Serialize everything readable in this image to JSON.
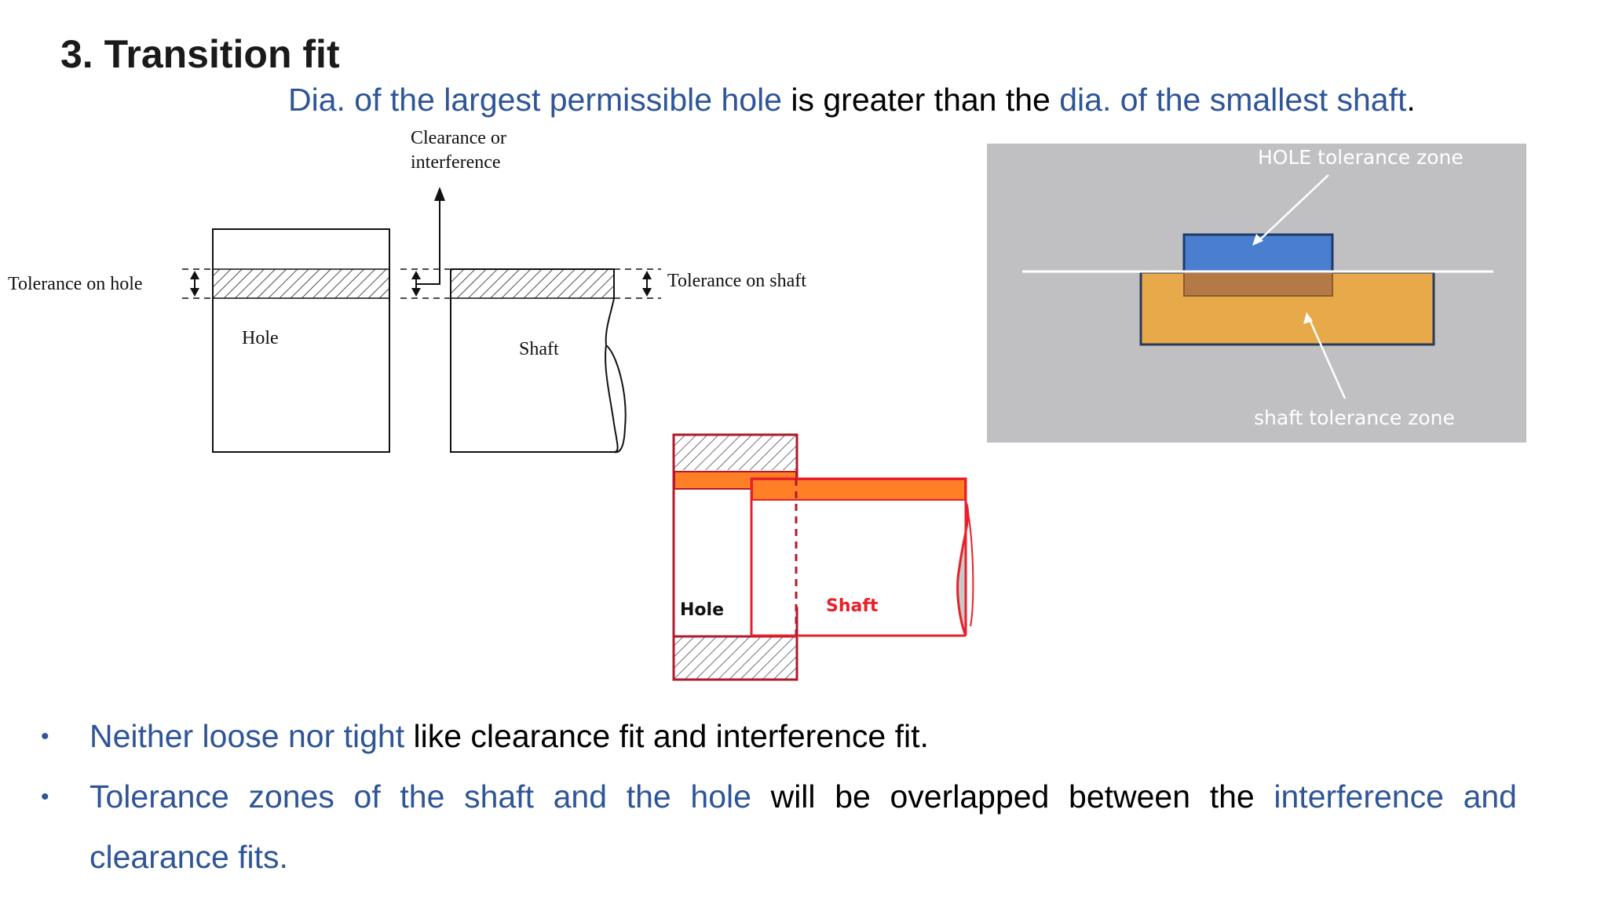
{
  "title": "3. Transition fit",
  "subtitle": {
    "part1": "Dia. of the largest permissible hole",
    "part2": " is greater than the ",
    "part3": "dia. of the smallest shaft",
    "part4": "."
  },
  "diagram1": {
    "clearance_line1": "Clearance or",
    "clearance_line2": "interference",
    "tolerance_hole": "Tolerance on hole",
    "tolerance_shaft": "Tolerance on shaft",
    "hole": "Hole",
    "shaft": "Shaft"
  },
  "diagram2": {
    "hole_label": "HOLE tolerance zone",
    "shaft_label": "shaft tolerance zone",
    "colors": {
      "background": "#c0c0c2",
      "hole_zone": "#4a7fd0",
      "shaft_zone": "#e8a94a"
    }
  },
  "diagram3": {
    "hole": "Hole",
    "shaft": "Shaft",
    "colors": {
      "outline_hole": "#b01a2a",
      "outline_shaft": "#e8202a",
      "band": "#ff7f27"
    }
  },
  "bullets": [
    {
      "blue": "Neither loose nor tight",
      "rest": " like clearance fit and interference fit."
    },
    {
      "blue1": "Tolerance zones of the shaft and the hole",
      "mid": " will be overlapped between the ",
      "blue2": "interference and clearance fits."
    }
  ]
}
